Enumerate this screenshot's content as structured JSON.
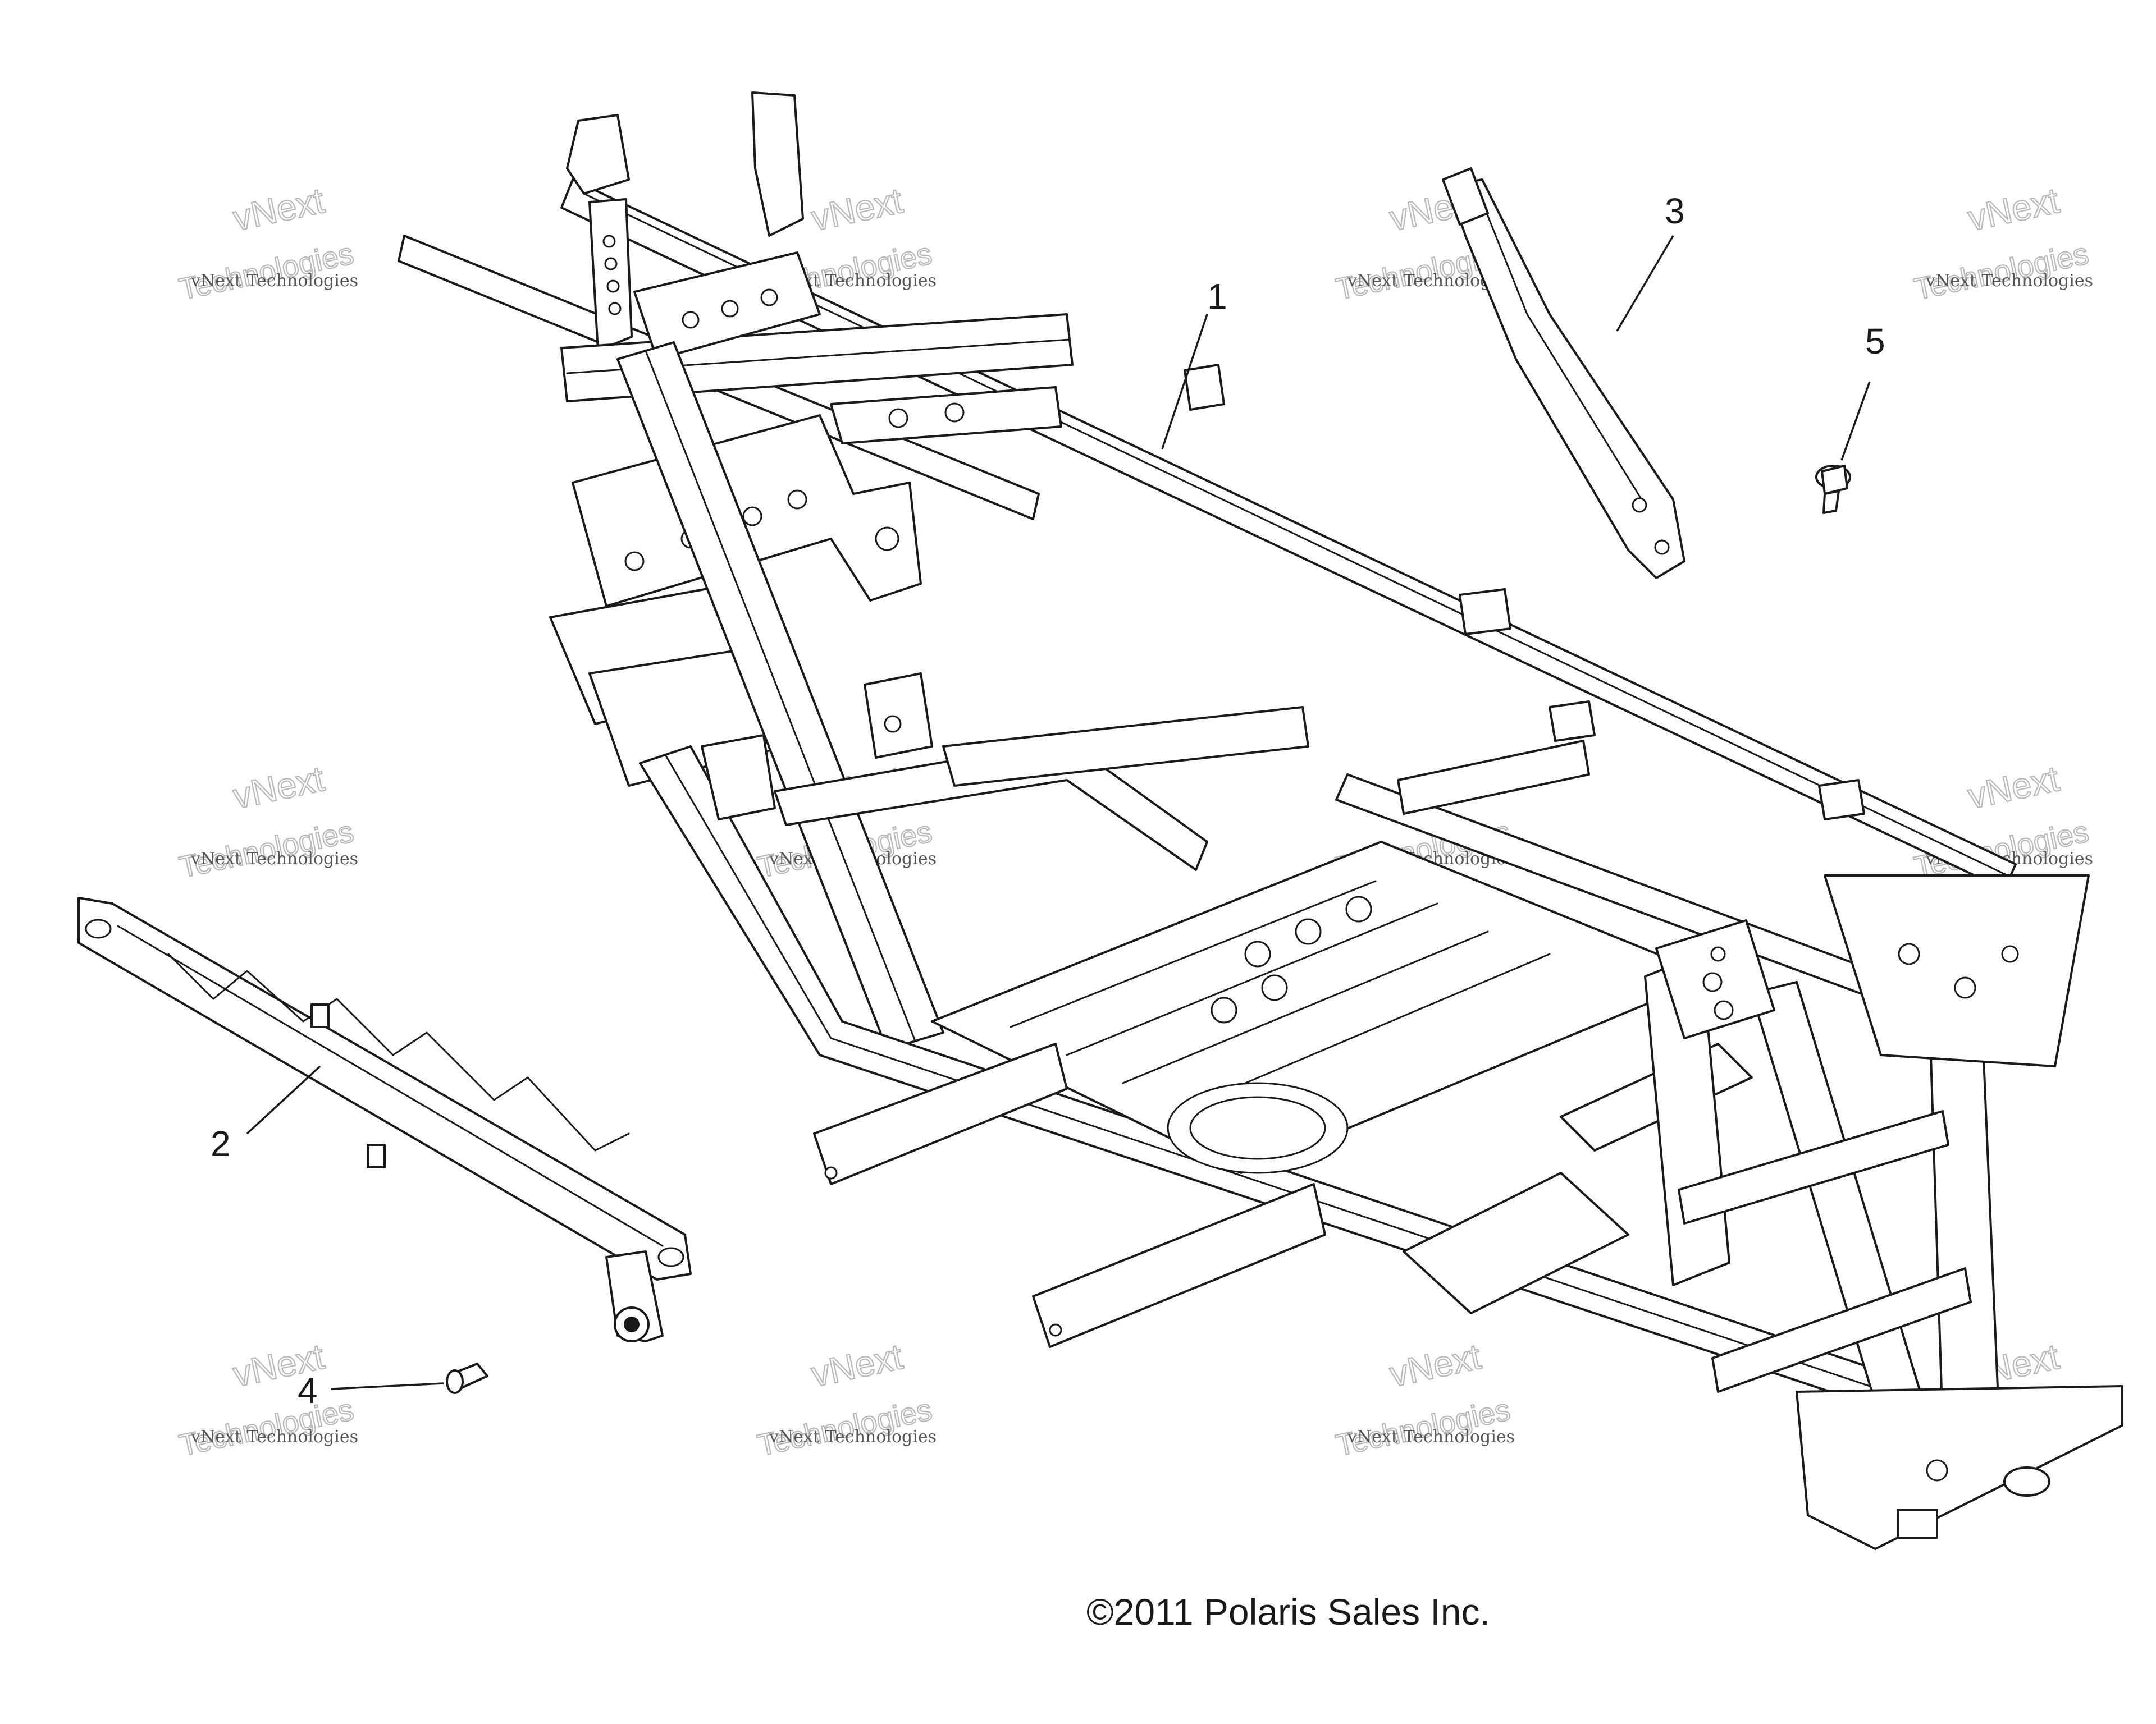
{
  "callouts": [
    {
      "number": "1",
      "part": "main-frame"
    },
    {
      "number": "2",
      "part": "side-rail"
    },
    {
      "number": "3",
      "part": "curved-brace"
    },
    {
      "number": "4",
      "part": "bolt"
    },
    {
      "number": "5",
      "part": "flange-bolt"
    }
  ],
  "watermark": {
    "small_text": "vNext Technologies",
    "large_text_a": "vNext",
    "large_text_b": "Technologies"
  },
  "copyright": "©2011 Polaris Sales Inc."
}
